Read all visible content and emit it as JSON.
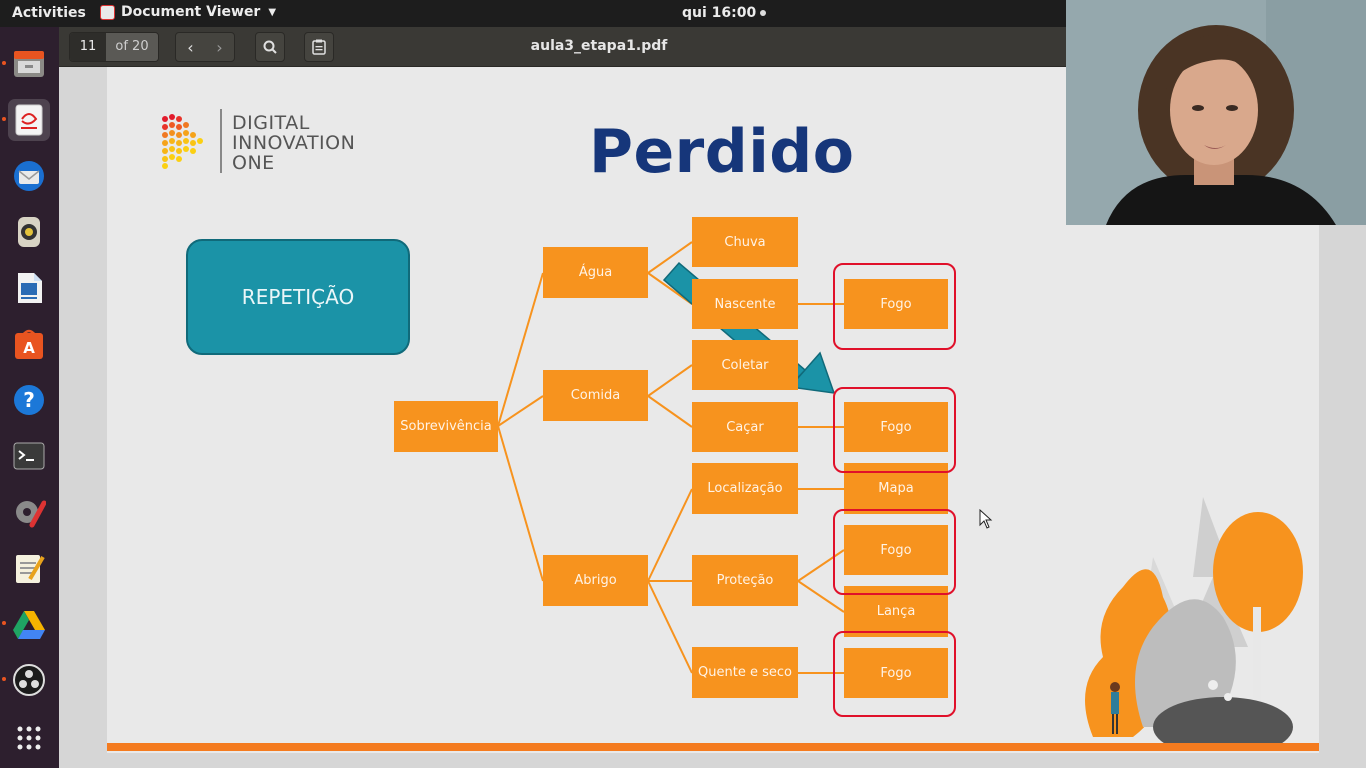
{
  "topbar": {
    "activities": "Activities",
    "app_name": "Document Viewer",
    "clock": "qui 16:00"
  },
  "dock": {
    "items": [
      {
        "icon": "files-icon"
      },
      {
        "icon": "document-viewer-icon"
      },
      {
        "icon": "thunderbird-icon"
      },
      {
        "icon": "rhythmbox-icon"
      },
      {
        "icon": "libreoffice-writer-icon"
      },
      {
        "icon": "software-center-icon"
      },
      {
        "icon": "help-icon"
      },
      {
        "icon": "terminal-icon"
      },
      {
        "icon": "settings-icon"
      },
      {
        "icon": "text-editor-icon"
      },
      {
        "icon": "google-drive-icon"
      },
      {
        "icon": "obs-icon"
      },
      {
        "icon": "show-applications-icon"
      }
    ]
  },
  "viewer": {
    "current_page": "11",
    "page_total": "of 20",
    "document_title": "aula3_etapa1.pdf"
  },
  "slide": {
    "logo_line1": "DIGITAL",
    "logo_line2": "INNOVATION",
    "logo_line3": "ONE",
    "title": "Perdido",
    "highlight": "REPETIÇÃO",
    "nodes": {
      "root": "Sobrevivência",
      "agua": "Água",
      "comida": "Comida",
      "abrigo": "Abrigo",
      "chuva": "Chuva",
      "nascente": "Nascente",
      "coletar": "Coletar",
      "cacar": "Caçar",
      "localizacao": "Localização",
      "protecao": "Proteção",
      "quente_seco": "Quente e seco",
      "fogo1": "Fogo",
      "fogo2": "Fogo",
      "mapa": "Mapa",
      "fogo3": "Fogo",
      "lanca": "Lança",
      "fogo4": "Fogo"
    }
  },
  "colors": {
    "accent_orange": "#f7931e",
    "title_blue": "#16367a",
    "teal": "#1b93a7",
    "highlight_red": "#e0102a"
  }
}
